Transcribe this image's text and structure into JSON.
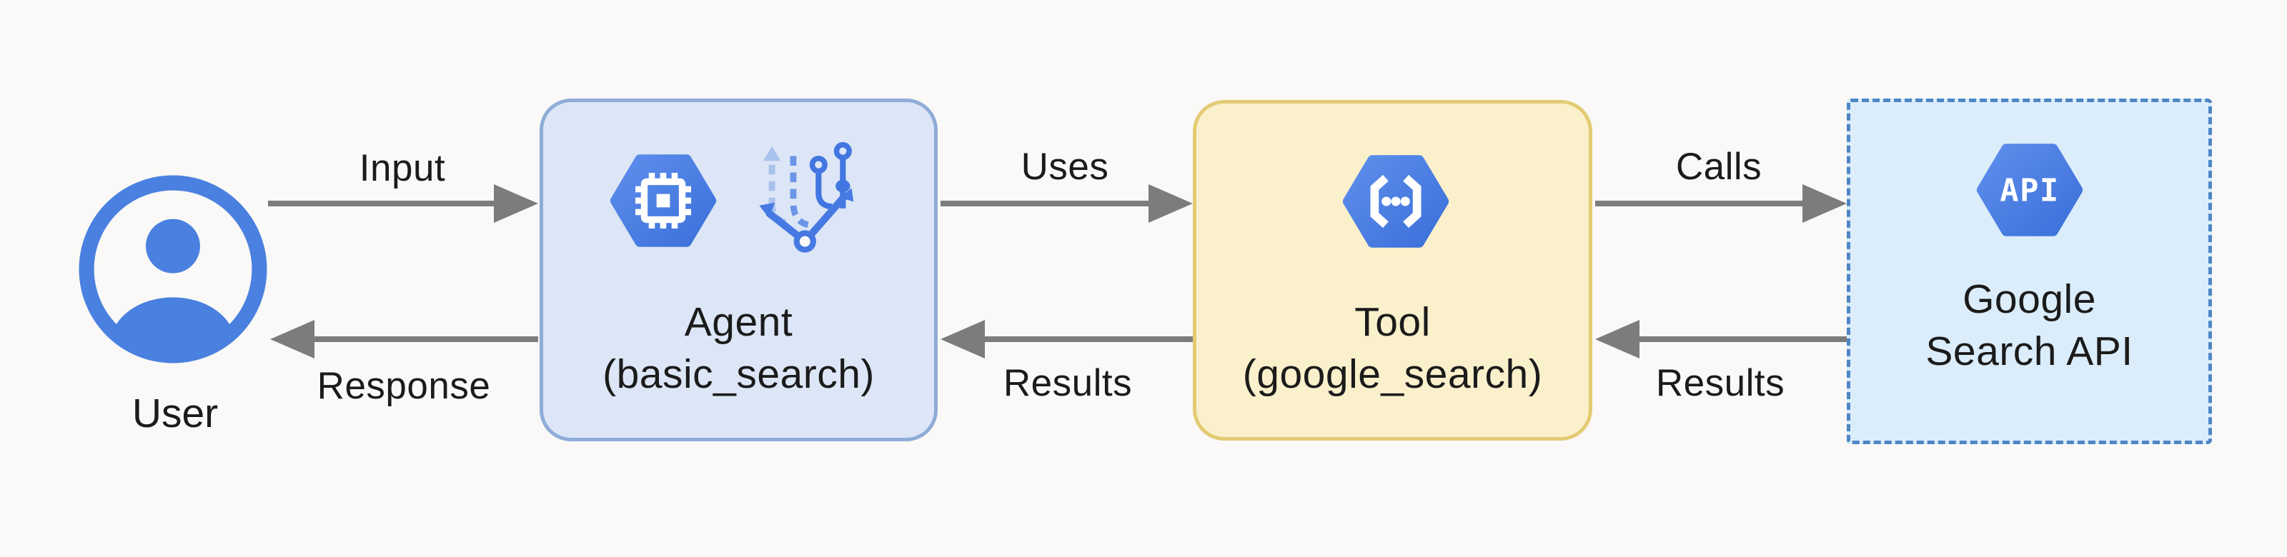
{
  "diagram": {
    "user": {
      "label": "User"
    },
    "agent": {
      "title": "Agent",
      "subtitle": "(basic_search)"
    },
    "tool": {
      "title": "Tool",
      "subtitle": "(google_search)"
    },
    "api": {
      "title": "Google",
      "subtitle": "Search API",
      "icon_text": "API"
    },
    "edges": {
      "input": "Input",
      "uses": "Uses",
      "calls": "Calls",
      "response": "Response",
      "results_tool_to_agent": "Results",
      "results_api_to_tool": "Results"
    },
    "icons": {
      "user": "user-circle-icon",
      "agent_primary": "cpu-hexagon-icon",
      "agent_secondary": "vertex-ai-branch-icon",
      "tool": "cloud-functions-hexagon-icon",
      "api": "api-hexagon-icon"
    },
    "colors": {
      "brand_blue": "#4A80E0",
      "agent_box_fill": "#DCE6F6",
      "agent_box_border": "#8FACD8",
      "tool_box_fill": "#FAF0CB",
      "tool_box_border": "#E3CB74",
      "api_box_fill": "#DBEDFB",
      "api_box_border": "#4E86C4",
      "arrow_gray": "#7C7C7C",
      "text": "#1B1B1B",
      "background": "#FAF9F7"
    }
  }
}
